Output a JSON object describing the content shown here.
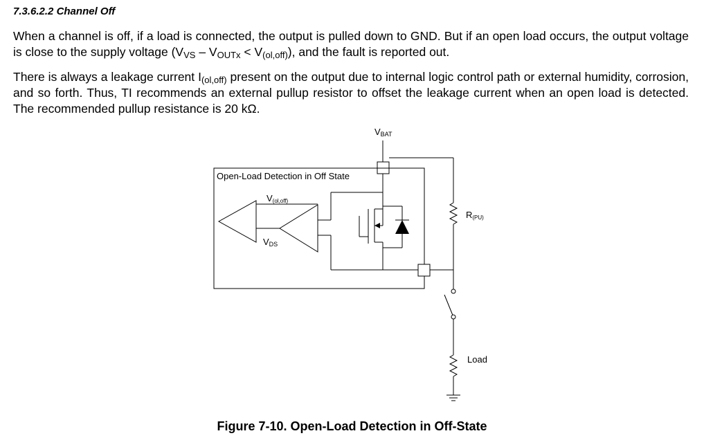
{
  "section": {
    "number": "7.3.6.2.2",
    "title": "Channel Off"
  },
  "paragraph1": {
    "text_a": "When a channel is off, if a load is connected, the output is pulled down to GND. But if an open load occurs, the output voltage is close to the supply voltage (V",
    "sub_vs": "VS",
    "text_b": " – V",
    "sub_voutx": "OUTx",
    "text_c": " < V",
    "sub_oloff": "(ol,off)",
    "text_d": "), and the fault is reported out."
  },
  "paragraph2": {
    "text_a": "There is always a leakage current I",
    "sub_ioloff": "(ol,off)",
    "text_b": " present on the output due to internal logic control path or external humidity, corrosion, and so forth. Thus, TI recommends an external pullup resistor to offset the leakage current when an open load is detected. The recommended pullup resistance is 20 kΩ."
  },
  "figure": {
    "vbat_main": "V",
    "vbat_sub": "BAT",
    "box_title": "Open-Load Detection in Off State",
    "vol_main": "V",
    "vol_sub": "(ol,off)",
    "vds_main": "V",
    "vds_sub": "DS",
    "rpu_main": "R",
    "rpu_sub": "(PU)",
    "load_label": "Load",
    "caption": "Figure 7-10. Open-Load Detection in Off-State"
  }
}
